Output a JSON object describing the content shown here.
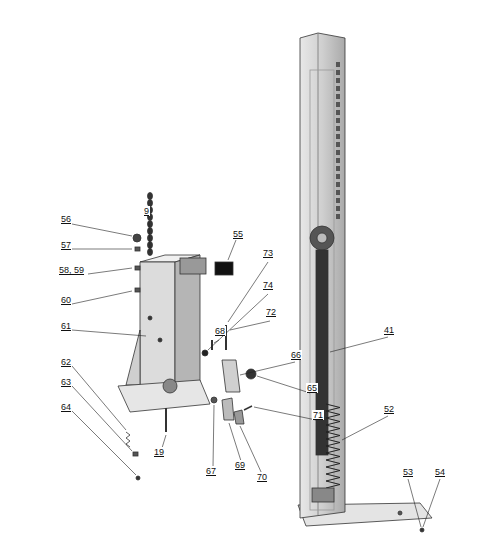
{
  "diagram": {
    "labels": [
      "56",
      "9",
      "55",
      "73",
      "57",
      "74",
      "58, 59",
      "72",
      "60",
      "68",
      "66",
      "61",
      "65",
      "62",
      "71",
      "63",
      "19",
      "67",
      "69",
      "70",
      "64",
      "41",
      "52",
      "53",
      "54"
    ]
  }
}
